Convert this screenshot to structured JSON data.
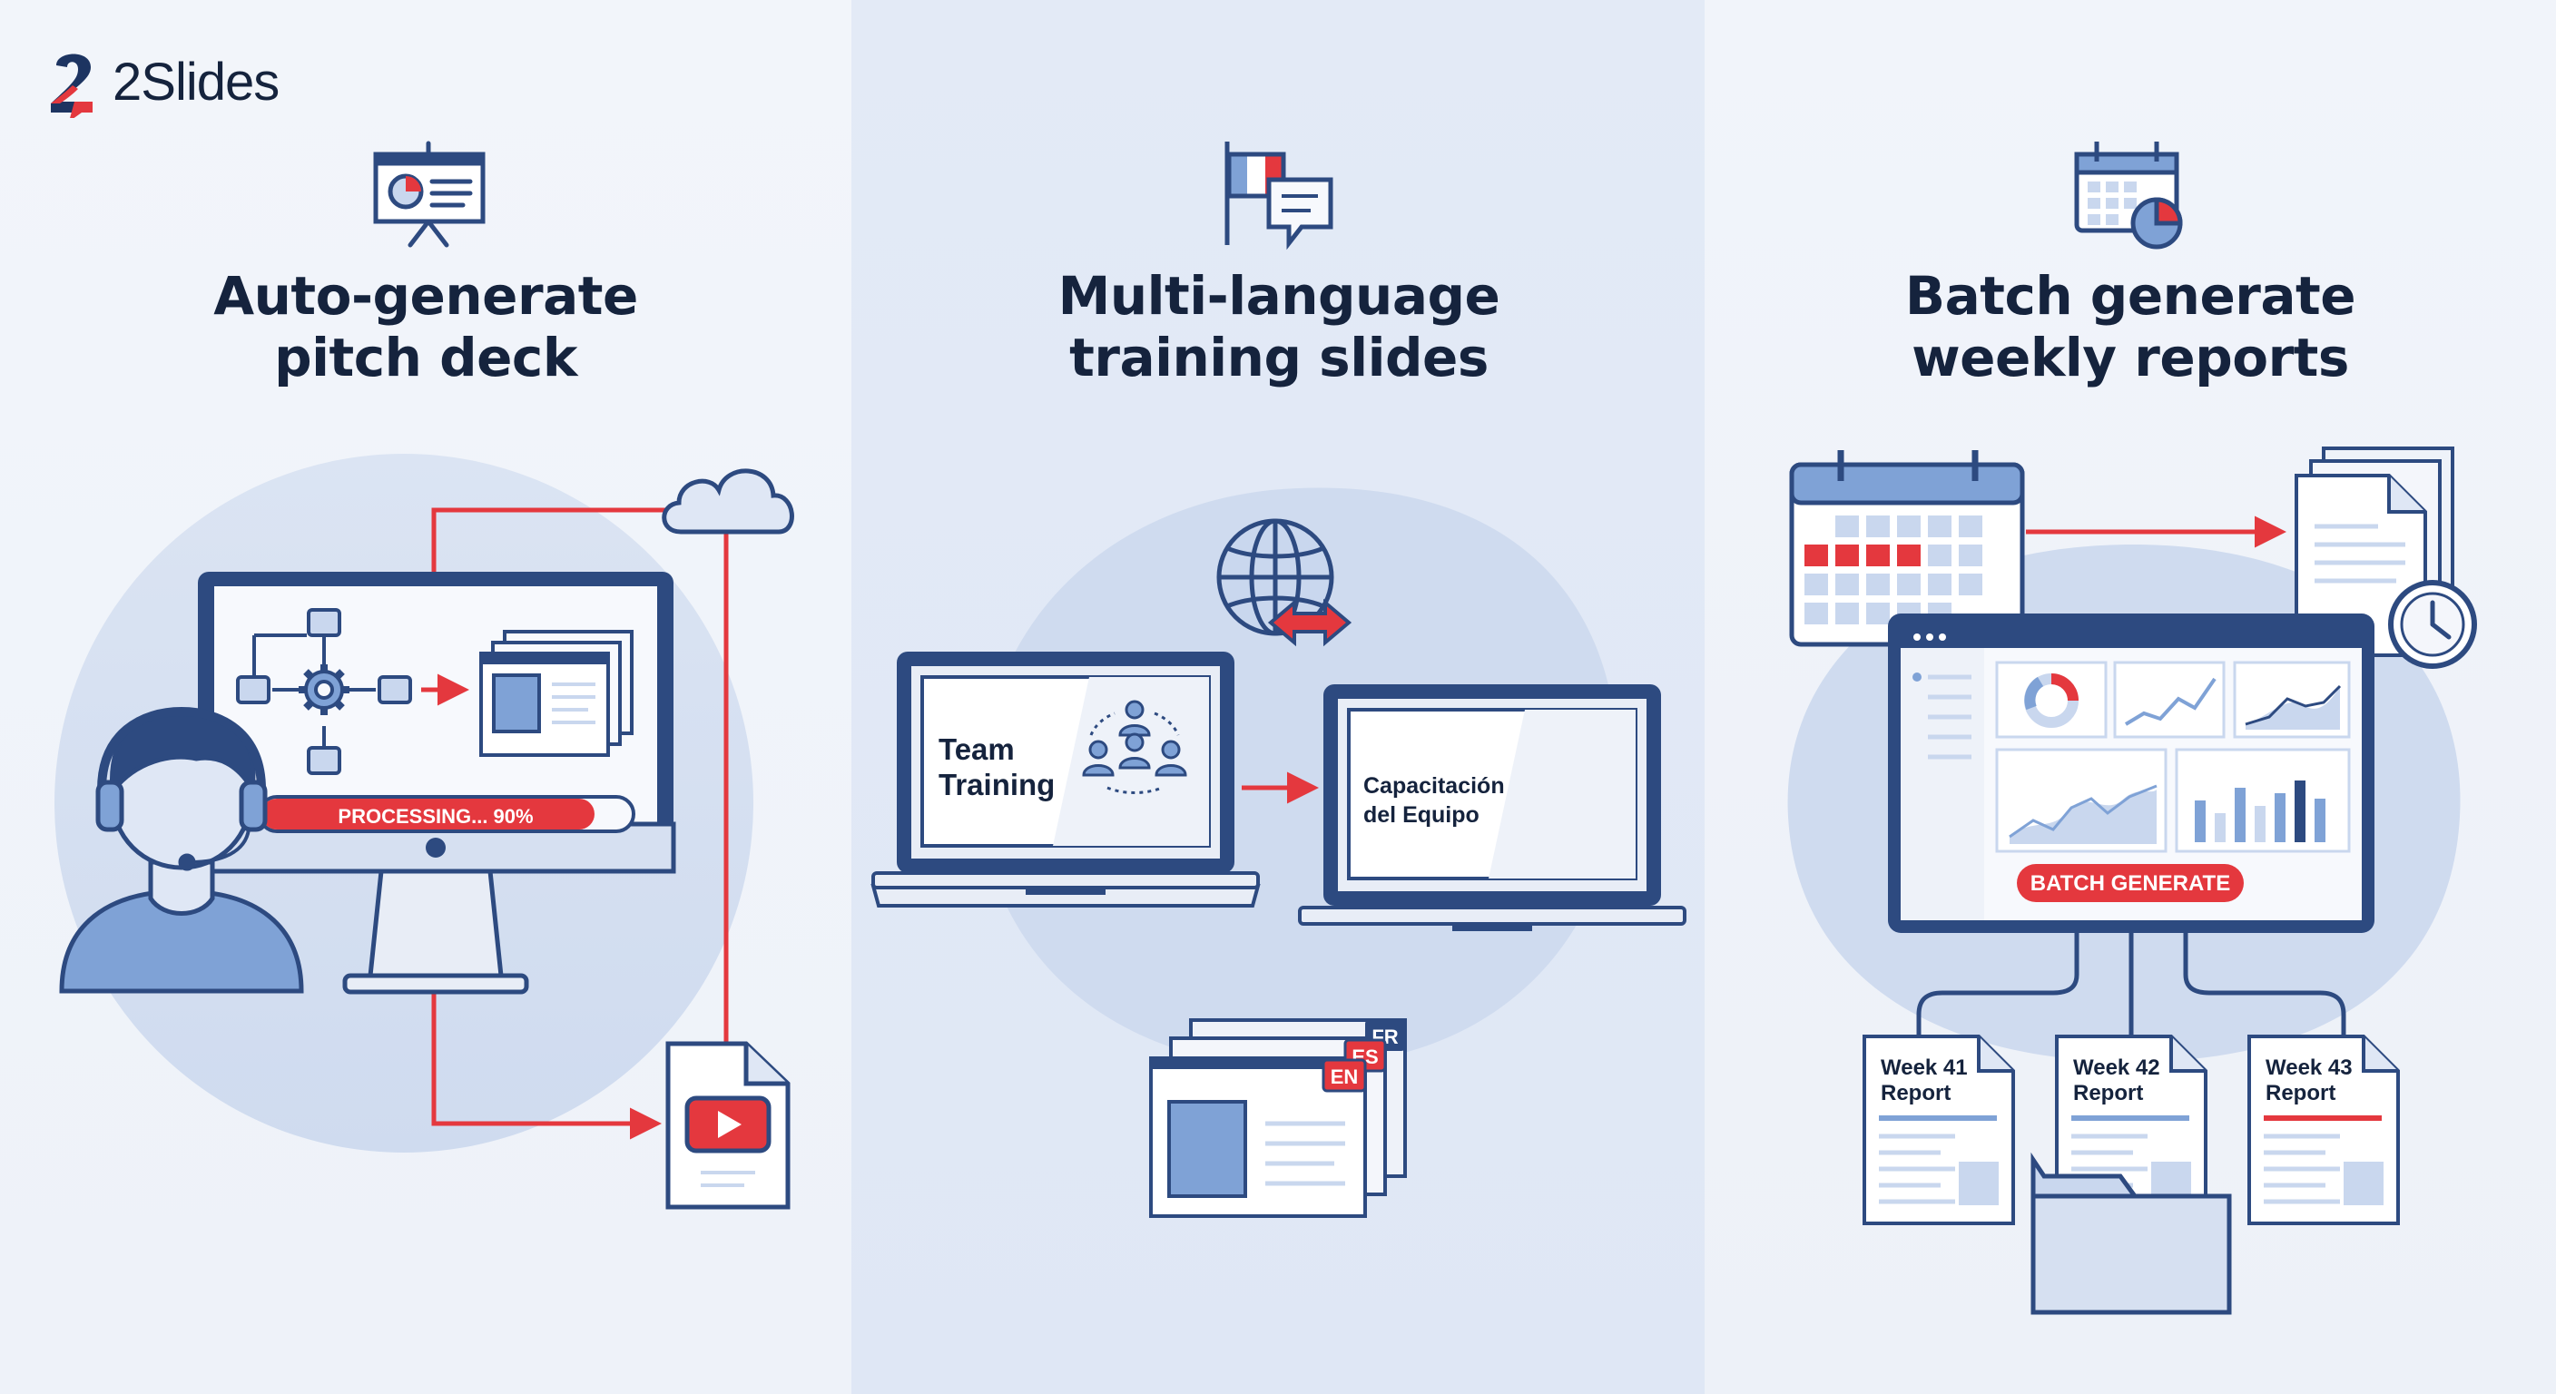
{
  "brand": {
    "name": "2Slides",
    "mark": "2",
    "accent": "#e4383e",
    "navy": "#1d3461"
  },
  "colors": {
    "red": "#e4383e",
    "navy": "#2d4a80",
    "blue_light": "#c9d7ee",
    "blue_mid": "#7fa2d6",
    "text_dark": "#15233d"
  },
  "panels": [
    {
      "title_line1": "Auto-generate",
      "title_line2": "pitch deck",
      "icon": "presentation-board-icon",
      "progress": {
        "label": "PROCESSING... 90%",
        "value": 0.9
      },
      "icons": [
        "cloud-icon",
        "headset-user-icon",
        "workflow-icon",
        "gear-icon",
        "slides-icon",
        "video-file-icon"
      ]
    },
    {
      "title_line1": "Multi-language",
      "title_line2": "training slides",
      "icon": "flag-chat-icon",
      "laptop_left": {
        "line1": "Team",
        "line2": "Training"
      },
      "laptop_right": {
        "line1": "Capacitación",
        "line2": "del Equipo"
      },
      "language_tags": [
        "FR",
        "ES",
        "EN"
      ],
      "icons": [
        "globe-icon",
        "team-icon",
        "translate-arrow-icon"
      ]
    },
    {
      "title_line1": "Batch generate",
      "title_line2": "weekly reports",
      "icon": "calendar-chart-icon",
      "button_label": "BATCH GENERATE",
      "reports": [
        {
          "line1": "Week 41",
          "line2": "Report"
        },
        {
          "line1": "Week 42",
          "line2": "Report"
        },
        {
          "line1": "Week 43",
          "line2": "Report"
        }
      ],
      "icons": [
        "calendar-icon",
        "document-icon",
        "clock-icon",
        "dashboard-icon",
        "folder-icon"
      ]
    }
  ]
}
